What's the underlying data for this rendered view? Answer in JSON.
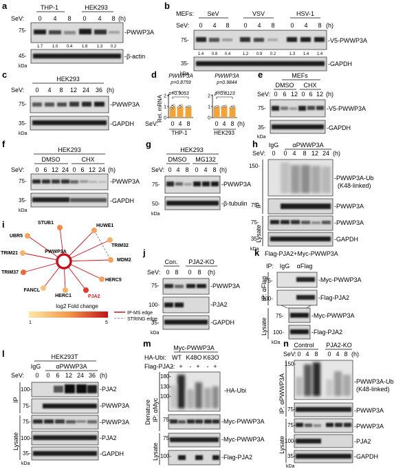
{
  "panel_letters": [
    "a",
    "b",
    "c",
    "d",
    "e",
    "f",
    "g",
    "h",
    "i",
    "j",
    "k",
    "l",
    "m",
    "n"
  ],
  "common": {
    "sev": "SeV:",
    "hours": "(h)",
    "kda": "kDa",
    "pwwp3a": "-PWWP3A",
    "gapdh": "-GAPDH",
    "actin": "-β-actin",
    "tubulin": "-β-tubulin",
    "v5_pwwp3a": "-V5-PWWP3A",
    "pja2": "-PJA2",
    "myc_pwwp3a": "-Myc-PWWP3A",
    "flag_pja2": "-Flag-PJA2",
    "ub_line1": "-PWWP3A-Ub",
    "ub_line2": "(K48-linked)",
    "ip": "IP",
    "lysate": "Lysate",
    "igg": "IgG",
    "anti_pwwp3a": "αPWWP3A"
  },
  "panel_a": {
    "cells": [
      "THP-1",
      "HEK293"
    ],
    "times": [
      "0",
      "4",
      "8",
      "0",
      "4",
      "8"
    ],
    "quant": [
      "1.7",
      "1.0",
      "0.4",
      "1.8",
      "1.3",
      "0.2"
    ],
    "mw": [
      "75-",
      "45-"
    ]
  },
  "panel_b": {
    "prefix": "MEFs:",
    "viruses": [
      "SeV",
      "VSV",
      "HSV-1"
    ],
    "times": [
      "0",
      "4",
      "8",
      "0",
      "4",
      "8",
      "0",
      "4",
      "8"
    ],
    "quant": [
      "1.4",
      "0.8",
      "0.4",
      "1.2",
      "0.9",
      "0.2",
      "1.3",
      "1.4",
      "1.4"
    ],
    "mw": [
      "75-",
      "35-"
    ]
  },
  "panel_c": {
    "cell": "HEK293",
    "times": [
      "0",
      "4",
      "8",
      "12",
      "24",
      "36"
    ],
    "mw": [
      "75-",
      "35-"
    ]
  },
  "panel_d": {
    "gene": "PWWP3A",
    "ylabel": "Rel. mRNA",
    "yticks": [
      "0",
      "1",
      "2"
    ],
    "p_top": [
      "p=0.8759",
      "p=0.9844"
    ],
    "p_bottom": [
      "p=0.9053",
      "p=0.8123"
    ],
    "cells": [
      "THP-1",
      "HEK293"
    ]
  },
  "chart_data": {
    "type": "bar",
    "title": "PWWP3A",
    "ylabel": "Rel. mRNA",
    "xlabel": "SeV: (h)",
    "ylim": [
      0,
      2
    ],
    "categories": [
      "0",
      "4",
      "8",
      "0",
      "4",
      "8"
    ],
    "groups": [
      "THP-1",
      "THP-1",
      "THP-1",
      "HEK293",
      "HEK293",
      "HEK293"
    ],
    "series": [
      {
        "values": [
          1.0,
          1.02,
          1.0,
          1.0,
          1.03,
          0.97
        ]
      }
    ],
    "points": [
      [
        0.85,
        1.0,
        1.12
      ],
      [
        0.92,
        1.02,
        1.12
      ],
      [
        0.97,
        1.0,
        1.02
      ],
      [
        0.95,
        1.0,
        1.03
      ],
      [
        0.98,
        1.03,
        1.06
      ],
      [
        0.88,
        0.97,
        1.05
      ]
    ],
    "bar_color": "#f2a33a"
  },
  "panel_e": {
    "cell": "MEFs",
    "treatments": [
      "DMSO",
      "CHX"
    ],
    "times": [
      "0",
      "6",
      "12",
      "0",
      "6",
      "12"
    ],
    "mw": [
      "75-",
      "35-"
    ]
  },
  "panel_f": {
    "cell": "HEK293",
    "treatments": [
      "DMSO",
      "CHX"
    ],
    "times": [
      "0",
      "6",
      "12",
      "24",
      "0",
      "6",
      "12",
      "24"
    ],
    "mw": [
      "75-",
      "35-"
    ]
  },
  "panel_g": {
    "cell": "HEK293",
    "treatments": [
      "DMSO",
      "MG132"
    ],
    "times": [
      "0",
      "4",
      "8",
      "0",
      "4",
      "8"
    ],
    "mw": [
      "75-",
      "50-"
    ]
  },
  "panel_h": {
    "times": [
      "0",
      "0",
      "4",
      "8",
      "12",
      "24"
    ],
    "mw": [
      "150-",
      "75-",
      "75-",
      "35-"
    ]
  },
  "panel_i": {
    "center": "PWWP3A",
    "nodes": [
      {
        "label": "STUB1",
        "color": "#f08a4b"
      },
      {
        "label": "HUWE1",
        "color": "#f4a261"
      },
      {
        "label": "UBR5",
        "color": "#f4a261"
      },
      {
        "label": "TRIM32",
        "color": "#f6b26b"
      },
      {
        "label": "TRIM21",
        "color": "#f6b26b"
      },
      {
        "label": "MDM2",
        "color": "#f4a261"
      },
      {
        "label": "TRIM37",
        "color": "#e86a3a"
      },
      {
        "label": "HERC5",
        "color": "#f4a261"
      },
      {
        "label": "FANCL",
        "color": "#f8c27a"
      },
      {
        "label": "HERC1",
        "color": "#f6b26b"
      },
      {
        "label": "PJA2",
        "color": "#e03a2a"
      }
    ],
    "legend_title": "log2 Fold change",
    "scale_min": "1",
    "scale_max": "5",
    "edge_ipms": "IP-MS edge",
    "edge_string": "STRING edge"
  },
  "panel_j": {
    "groups": [
      "Con.",
      "PJA2-KO"
    ],
    "times": [
      "0",
      "8",
      "0",
      "8"
    ],
    "mw": [
      "75-",
      "100-",
      "35-"
    ]
  },
  "panel_k": {
    "title": "Flag-PJA2+Myc-PWWP3A",
    "ip_label": "IP:",
    "igg": "IgG",
    "aflag": "αFlag",
    "side": "IP: αFlag",
    "mw": [
      "75-",
      "100-",
      "75-",
      "100-"
    ]
  },
  "panel_l": {
    "cell": "HEK293T",
    "times": [
      "0",
      "0",
      "6",
      "12",
      "24",
      "36"
    ],
    "mw": [
      "100-",
      "75-",
      "75-",
      "100-",
      "35-"
    ]
  },
  "panel_m": {
    "construct": "Myc-PWWP3A",
    "ubi_label": "HA-Ubi:",
    "ubi_types": [
      "WT",
      "K48O",
      "K63O"
    ],
    "flag_label": "Flag-PJA2:",
    "signs": [
      "-",
      "+",
      "-",
      "+",
      "-",
      "+"
    ],
    "side_line1": "Denature",
    "side_line2": "IP: αMyc",
    "ha_ubi": "-HA-Ubi",
    "mw": [
      "180-",
      "130-",
      "100-",
      "75-",
      "75-",
      "100-"
    ]
  },
  "panel_n": {
    "groups": [
      "Control",
      "PJA2-KO"
    ],
    "times": [
      "0",
      "4",
      "8",
      "0",
      "4",
      "8"
    ],
    "side": "IP: αPWWP3A",
    "mw": [
      "150-",
      "75-",
      "75-",
      "100-",
      "35-"
    ]
  }
}
